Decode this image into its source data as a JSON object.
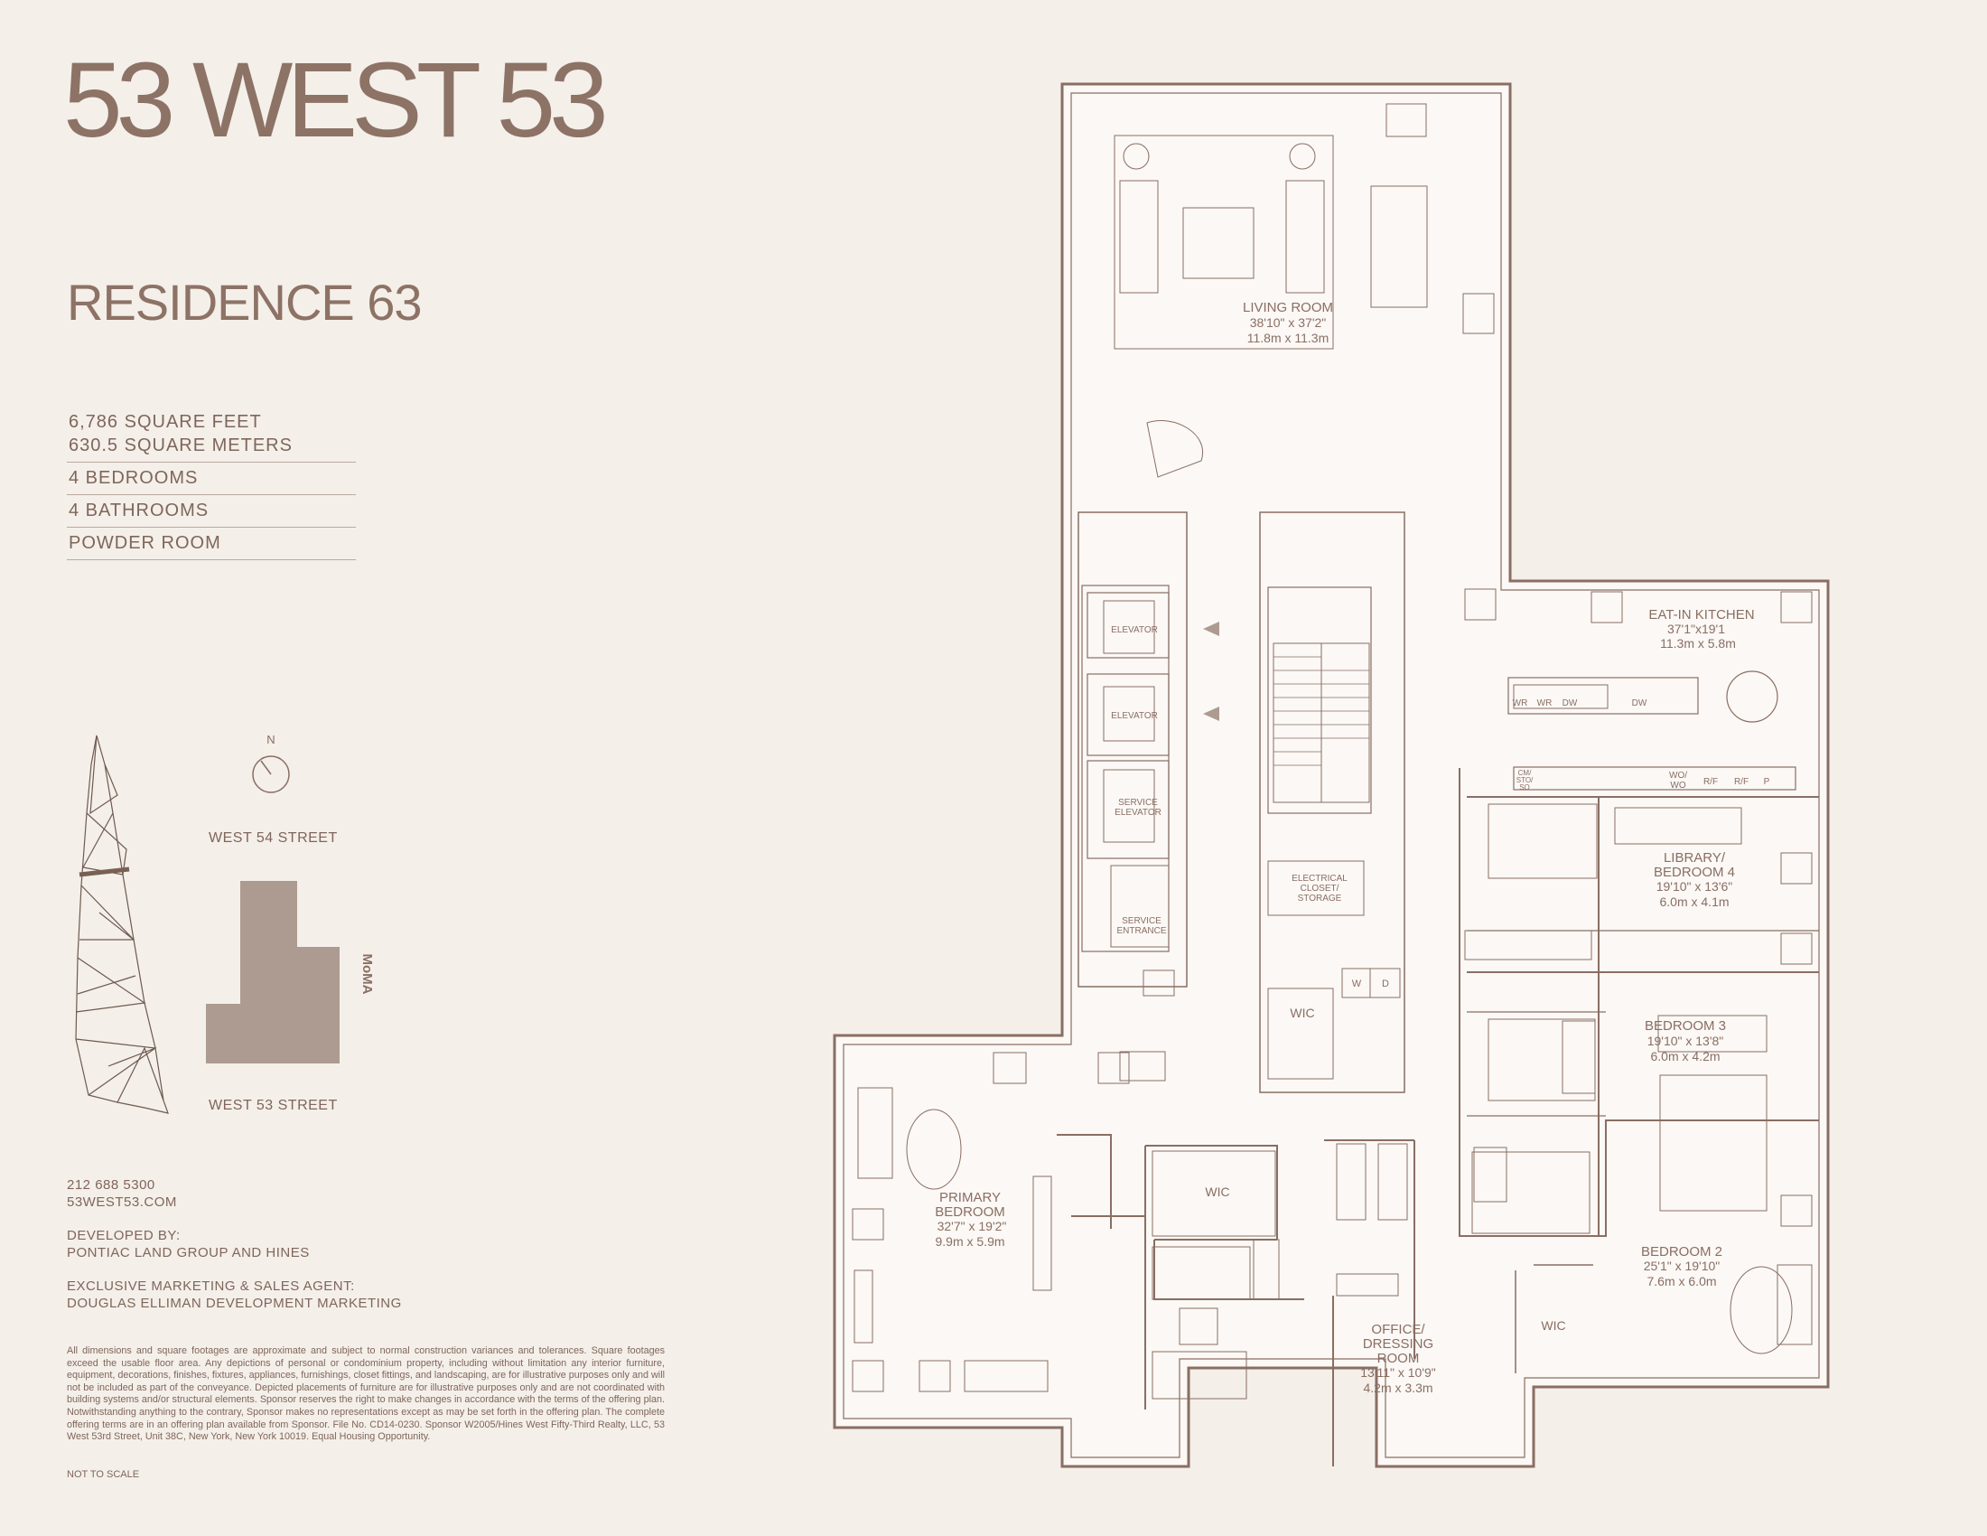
{
  "brand": {
    "title": "53 WEST 53"
  },
  "residence": {
    "name": "RESIDENCE 63"
  },
  "facts": {
    "sqft": "6,786 SQUARE FEET",
    "sqm": "630.5 SQUARE METERS",
    "bedrooms": "4 BEDROOMS",
    "bathrooms": "4 BATHROOMS",
    "powder": "POWDER ROOM"
  },
  "site": {
    "north": "N",
    "street_north": "WEST 54 STREET",
    "street_south": "WEST 53 STREET",
    "museum": "MoMA"
  },
  "contact": {
    "phone": "212 688 5300",
    "website": "53WEST53.COM",
    "developed_by_label": "DEVELOPED BY:",
    "developer": "PONTIAC LAND GROUP AND HINES",
    "agent_label": "EXCLUSIVE MARKETING & SALES AGENT:",
    "agent": "DOUGLAS ELLIMAN DEVELOPMENT MARKETING"
  },
  "disclaimer": "All dimensions and square footages are approximate and subject to normal construction variances and tolerances. Square footages exceed the usable floor area. Any depictions of personal or condominium property, including without limitation any interior furniture, equipment, decorations, finishes, fixtures, appliances, furnishings, closet fittings, and landscaping, are for illustrative purposes only and will not be included as part of the conveyance. Depicted placements of furniture are for illustrative purposes only and are not coordinated with building systems and/or structural elements. Sponsor reserves the right to make changes in accordance with the terms of the offering plan. Notwithstanding anything to the contrary, Sponsor makes no representations except as may be set forth in the offering plan. The complete offering terms are in an offering plan available from Sponsor. File No. CD14-0230. Sponsor W2005/Hines West Fifty-Third Realty, LLC, 53 West 53rd Street, Unit 38C, New York, New York 10019. Equal Housing Opportunity.",
  "not_to_scale": "NOT TO SCALE",
  "rooms": {
    "living": {
      "name": "LIVING ROOM",
      "imperial": "38'10\" x 37'2\"",
      "metric": "11.8m x 11.3m"
    },
    "kitchen": {
      "name": "EAT-IN KITCHEN",
      "imperial": "37'1\"x19'1",
      "metric": "11.3m x 5.8m"
    },
    "library": {
      "name1": "LIBRARY/",
      "name2": "BEDROOM 4",
      "imperial": "19'10\" x 13'6\"",
      "metric": "6.0m x 4.1m"
    },
    "bedroom3": {
      "name": "BEDROOM 3",
      "imperial": "19'10\" x 13'8\"",
      "metric": "6.0m x 4.2m"
    },
    "bedroom2": {
      "name": "BEDROOM 2",
      "imperial": "25'1\" x 19'10\"",
      "metric": "7.6m x 6.0m"
    },
    "primary": {
      "name1": "PRIMARY",
      "name2": "BEDROOM",
      "imperial": "32'7\" x 19'2\"",
      "metric": "9.9m x 5.9m"
    },
    "office": {
      "name1": "OFFICE/",
      "name2": "DRESSING",
      "name3": "ROOM",
      "imperial": "13'11\" x 10'9\"",
      "metric": "4.2m x 3.3m"
    },
    "elevator1": "ELEVATOR",
    "elevator2": "ELEVATOR",
    "service_elevator1": "SERVICE",
    "service_elevator2": "ELEVATOR",
    "service_entrance1": "SERVICE",
    "service_entrance2": "ENTRANCE",
    "electrical1": "ELECTRICAL",
    "electrical2": "CLOSET/",
    "electrical3": "STORAGE",
    "wic_center": "WIC",
    "wic_primary": "WIC",
    "wic_bed2": "WIC",
    "w": "W",
    "d": "D"
  },
  "appliances": {
    "wr1": "WR",
    "wr2": "WR",
    "dw1": "DW",
    "dw2": "DW",
    "cm1": "CM/",
    "cm2": "STO/",
    "cm3": "SO",
    "wo1": "WO/",
    "wo2": "WO",
    "rf1": "R/F",
    "rf2": "R/F",
    "p": "P"
  }
}
